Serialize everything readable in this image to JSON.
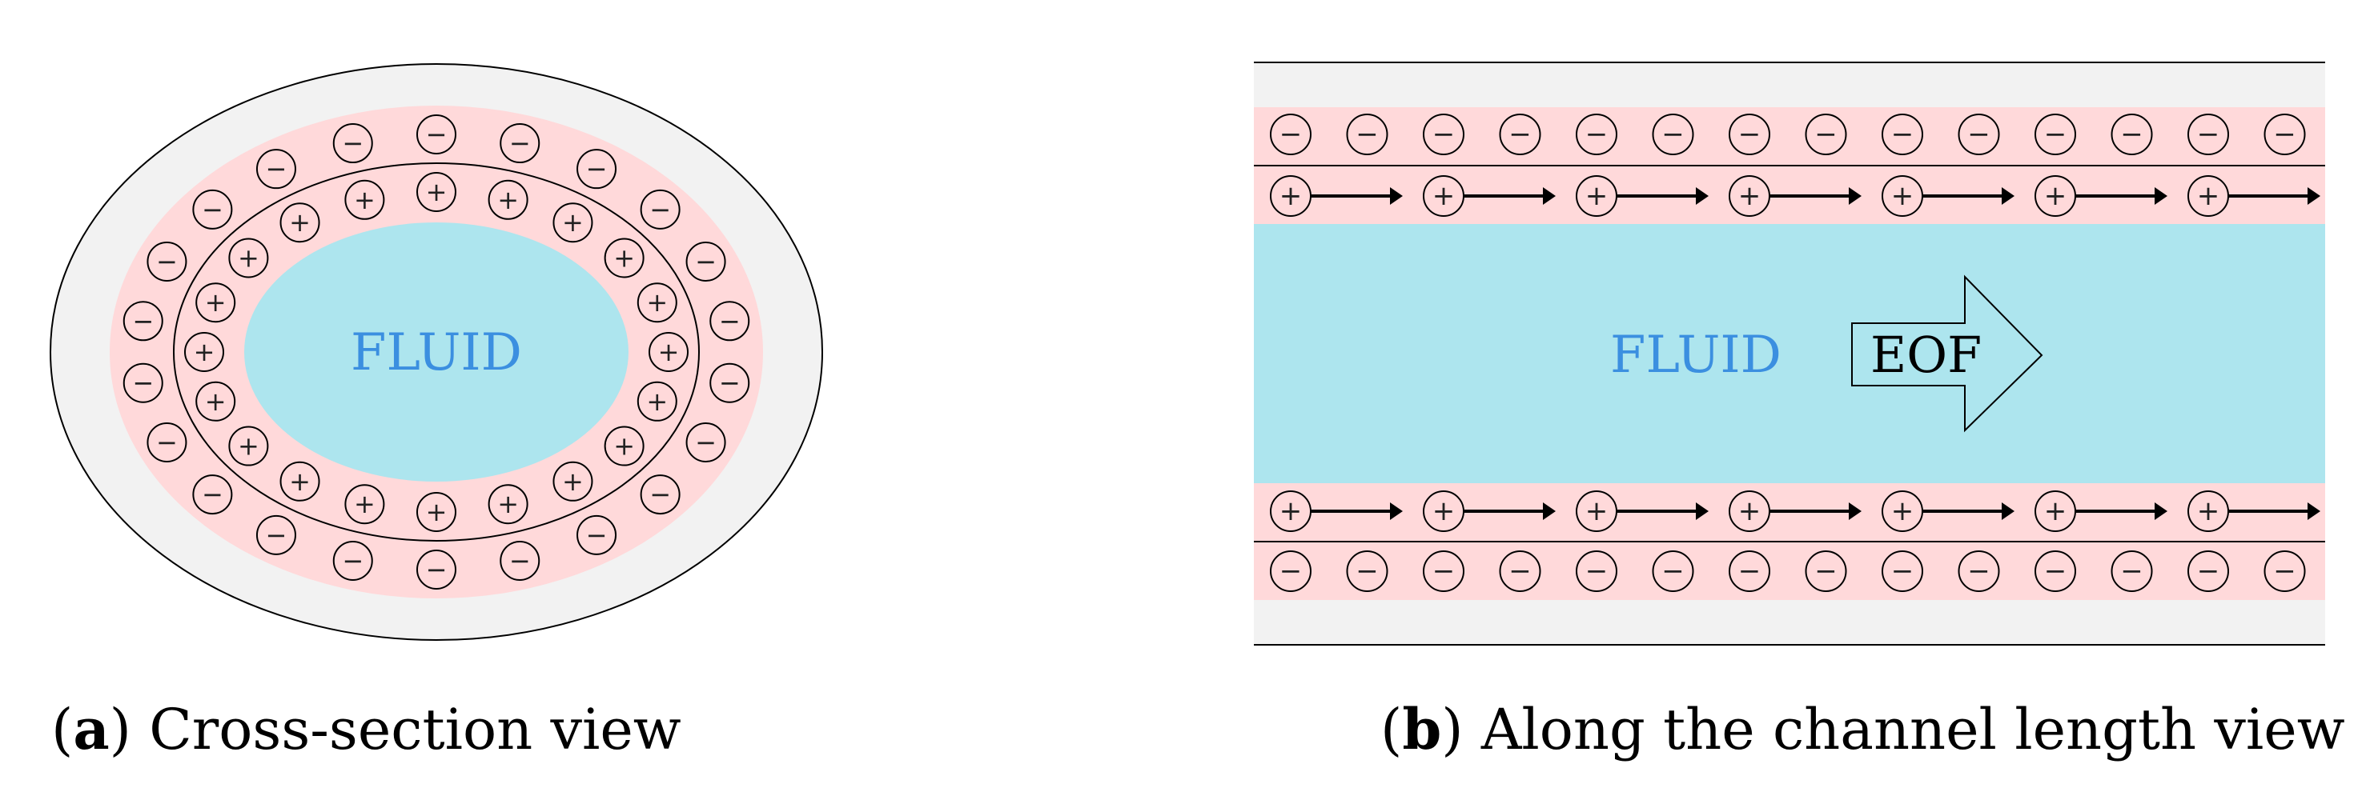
{
  "panel_a": {
    "label": "a",
    "caption": "Cross-section view",
    "fluid_label": "FLUID",
    "positive_symbol": "+",
    "negative_symbol": "−",
    "positive_ion_count": 20,
    "negative_ion_count": 22
  },
  "panel_b": {
    "label": "b",
    "caption": "Along the channel length view",
    "fluid_label": "FLUID",
    "flow_label": "EOF",
    "positive_symbol": "+",
    "negative_symbol": "−",
    "positive_ions_per_wall": 7,
    "negative_ions_per_wall": 14
  },
  "colors": {
    "wall": "#f2f2f2",
    "double_layer": "#ffd9da",
    "fluid": "#ade5ee",
    "fluid_text": "#3b8fe0",
    "line": "#000000"
  }
}
